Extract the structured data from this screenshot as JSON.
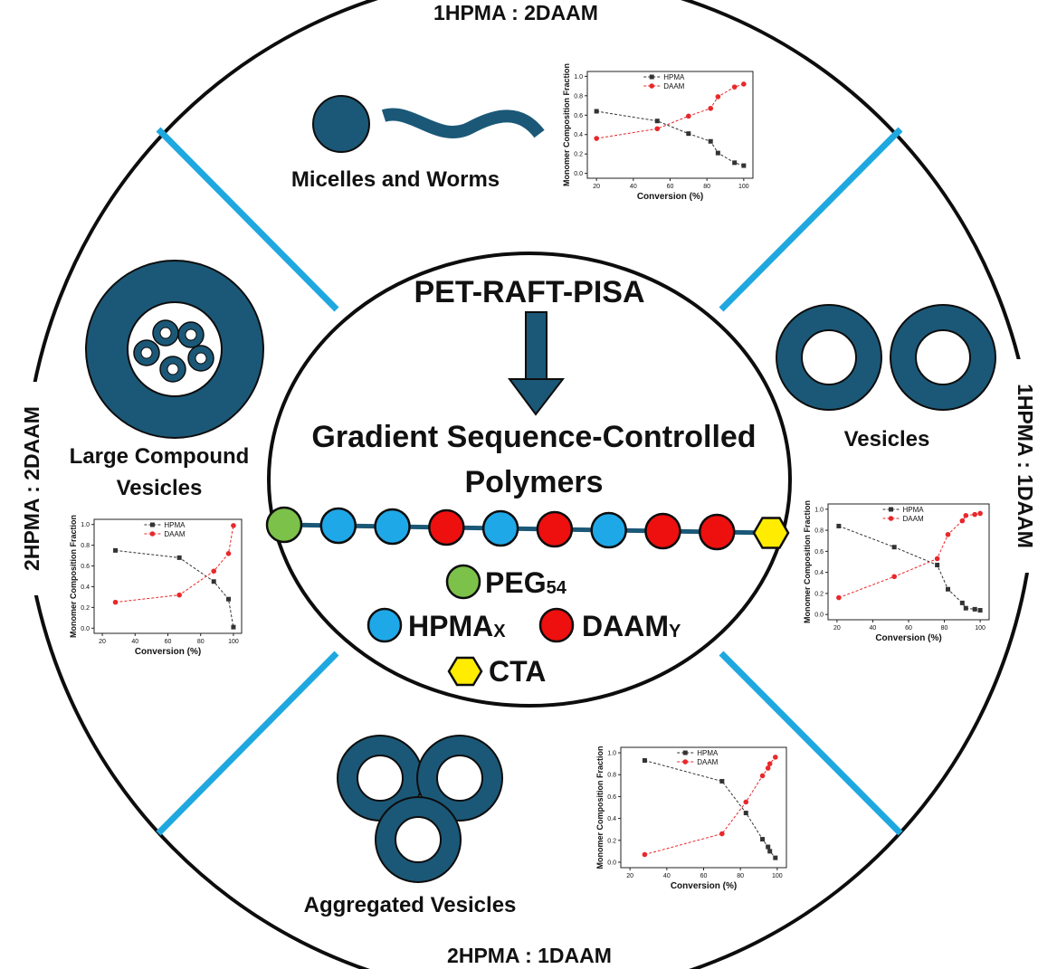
{
  "colors": {
    "shape": "#1b5877",
    "divider": "#1fa8e0",
    "peg": "#7cc14a",
    "hpma": "#1fa8e8",
    "daam": "#ee0f0f",
    "cta": "#ffec00",
    "hpma_series": "#333333",
    "daam_series": "#e8282b"
  },
  "ratios": {
    "top": "1HPMA : 2DAAM",
    "bottom": "2HPMA : 1DAAM",
    "left": "2HPMA : 2DAAM",
    "right": "1HPMA : 1DAAM"
  },
  "center": {
    "method": "PET-RAFT-PISA",
    "product_line1": "Gradient Sequence-Controlled",
    "product_line2": "Polymers",
    "chain": [
      "peg",
      "hpma",
      "hpma",
      "daam",
      "hpma",
      "daam",
      "hpma",
      "daam",
      "daam",
      "cta"
    ],
    "legend": {
      "peg": {
        "name": "PEG",
        "sub": "54"
      },
      "hpma": {
        "name": "HPMA",
        "sub": "X"
      },
      "daam": {
        "name": "DAAM",
        "sub": "Y"
      },
      "cta": {
        "name": "CTA",
        "sub": ""
      }
    }
  },
  "morphologies": {
    "micelles_worms": "Micelles and Worms",
    "lcv_line1": "Large Compound",
    "lcv_line2": "Vesicles",
    "vesicles": "Vesicles",
    "aggregated": "Aggregated Vesicles"
  },
  "chart_data": [
    {
      "type": "line",
      "position": "top",
      "xlabel": "Conversion (%)",
      "ylabel": "Monomer Composition Fraction",
      "xlim": [
        15,
        105
      ],
      "ylim": [
        -0.05,
        1.05
      ],
      "xticks": [
        20,
        40,
        60,
        80,
        100
      ],
      "yticks": [
        0.0,
        0.2,
        0.4,
        0.6,
        0.8,
        1.0
      ],
      "legend": "top-center",
      "series": [
        {
          "name": "HPMA",
          "x": [
            20,
            53,
            70,
            82,
            86,
            95,
            100
          ],
          "y": [
            0.64,
            0.54,
            0.41,
            0.33,
            0.21,
            0.11,
            0.08
          ]
        },
        {
          "name": "DAAM",
          "x": [
            20,
            53,
            70,
            82,
            86,
            95,
            100
          ],
          "y": [
            0.36,
            0.46,
            0.59,
            0.67,
            0.79,
            0.89,
            0.92
          ]
        }
      ]
    },
    {
      "type": "line",
      "position": "left",
      "xlabel": "Conversion (%)",
      "ylabel": "Monomer Composition Fraction",
      "xlim": [
        15,
        105
      ],
      "ylim": [
        -0.05,
        1.05
      ],
      "xticks": [
        20,
        40,
        60,
        80,
        100
      ],
      "yticks": [
        0.0,
        0.2,
        0.4,
        0.6,
        0.8,
        1.0
      ],
      "legend": "top-center",
      "series": [
        {
          "name": "HPMA",
          "x": [
            28,
            67,
            88,
            97,
            100
          ],
          "y": [
            0.75,
            0.68,
            0.45,
            0.28,
            0.01
          ]
        },
        {
          "name": "DAAM",
          "x": [
            28,
            67,
            88,
            97,
            100
          ],
          "y": [
            0.25,
            0.32,
            0.55,
            0.72,
            0.99
          ]
        }
      ]
    },
    {
      "type": "line",
      "position": "right",
      "xlabel": "Conversion (%)",
      "ylabel": "Monomer Composition Fraction",
      "xlim": [
        15,
        105
      ],
      "ylim": [
        -0.05,
        1.05
      ],
      "xticks": [
        20,
        40,
        60,
        80,
        100
      ],
      "yticks": [
        0.0,
        0.2,
        0.4,
        0.6,
        0.8,
        1.0
      ],
      "legend": "top-center",
      "series": [
        {
          "name": "HPMA",
          "x": [
            21,
            52,
            76,
            82,
            90,
            92,
            97,
            100
          ],
          "y": [
            0.84,
            0.64,
            0.47,
            0.24,
            0.11,
            0.06,
            0.05,
            0.04
          ]
        },
        {
          "name": "DAAM",
          "x": [
            21,
            52,
            76,
            82,
            90,
            92,
            97,
            100
          ],
          "y": [
            0.16,
            0.36,
            0.53,
            0.76,
            0.89,
            0.94,
            0.95,
            0.96
          ]
        }
      ]
    },
    {
      "type": "line",
      "position": "bottom",
      "xlabel": "Conversion (%)",
      "ylabel": "Monomer Composition Fraction",
      "xlim": [
        15,
        105
      ],
      "ylim": [
        -0.05,
        1.05
      ],
      "xticks": [
        20,
        40,
        60,
        80,
        100
      ],
      "yticks": [
        0.0,
        0.2,
        0.4,
        0.6,
        0.8,
        1.0
      ],
      "legend": "top-center",
      "series": [
        {
          "name": "HPMA",
          "x": [
            28,
            70,
            83,
            92,
            95,
            96,
            99
          ],
          "y": [
            0.93,
            0.74,
            0.45,
            0.21,
            0.14,
            0.1,
            0.04
          ]
        },
        {
          "name": "DAAM",
          "x": [
            28,
            70,
            83,
            92,
            95,
            96,
            99
          ],
          "y": [
            0.07,
            0.26,
            0.55,
            0.79,
            0.86,
            0.9,
            0.96
          ]
        }
      ]
    }
  ]
}
